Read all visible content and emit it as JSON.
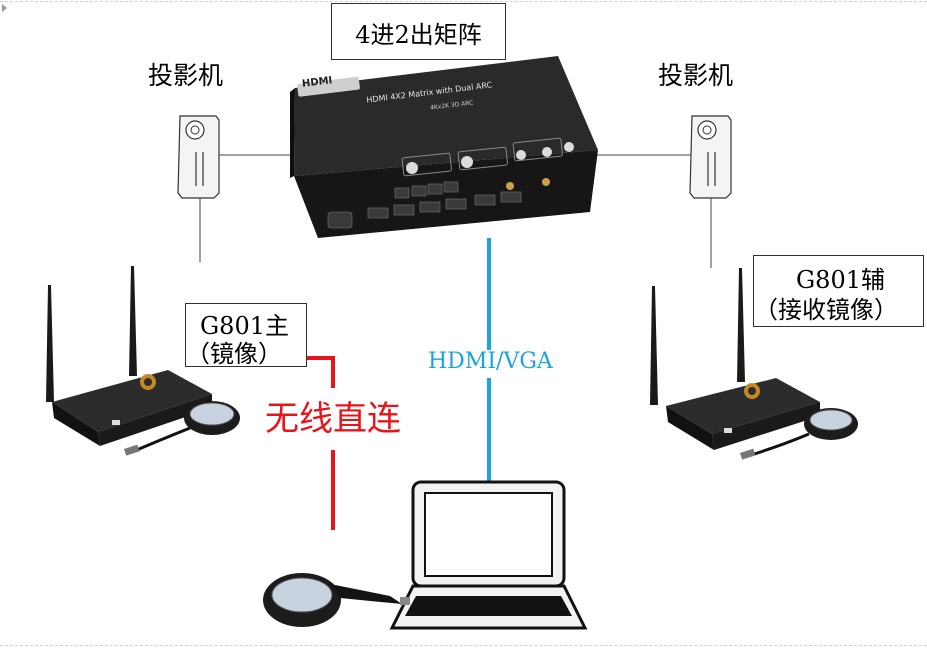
{
  "diagram": {
    "matrix_label": "4进2出矩阵",
    "projector_left_label": "投影机",
    "projector_right_label": "投影机",
    "g801_main": {
      "line1": "G801主",
      "line2": "（镜像）"
    },
    "g801_aux": {
      "line1": "G801辅",
      "line2": "（接收镜像）"
    },
    "wireless_label": "无线直连",
    "cable_label": "HDMI/VGA",
    "matrix_device": {
      "brand_text": "HDMI",
      "model_text": "HDMI 4X2 Matrix with Dual ARC",
      "sub_text": "4Kx2K  3D  ARC"
    },
    "colors": {
      "wireless_link": "#e8141c",
      "cable_link": "#1aa3dc",
      "device_body": "#1e1e1e",
      "wire": "#444444"
    }
  }
}
